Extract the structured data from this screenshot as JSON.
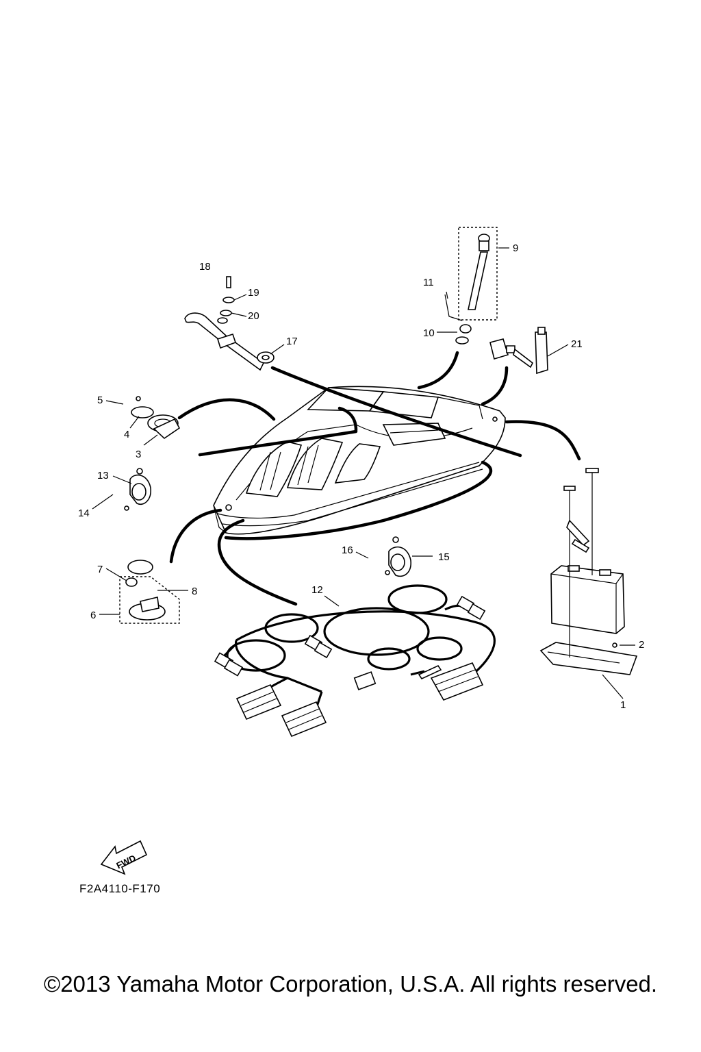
{
  "diagram": {
    "callouts": [
      "1",
      "2",
      "3",
      "4",
      "5",
      "6",
      "7",
      "8",
      "9",
      "10",
      "11",
      "12",
      "13",
      "14",
      "15",
      "16",
      "17",
      "18",
      "19",
      "20",
      "21"
    ],
    "fwd_label": "FWD",
    "drawing_code": "F2A4110-F170"
  },
  "footer": {
    "copyright": "©2013 Yamaha Motor Corporation, U.S.A. All rights reserved."
  }
}
